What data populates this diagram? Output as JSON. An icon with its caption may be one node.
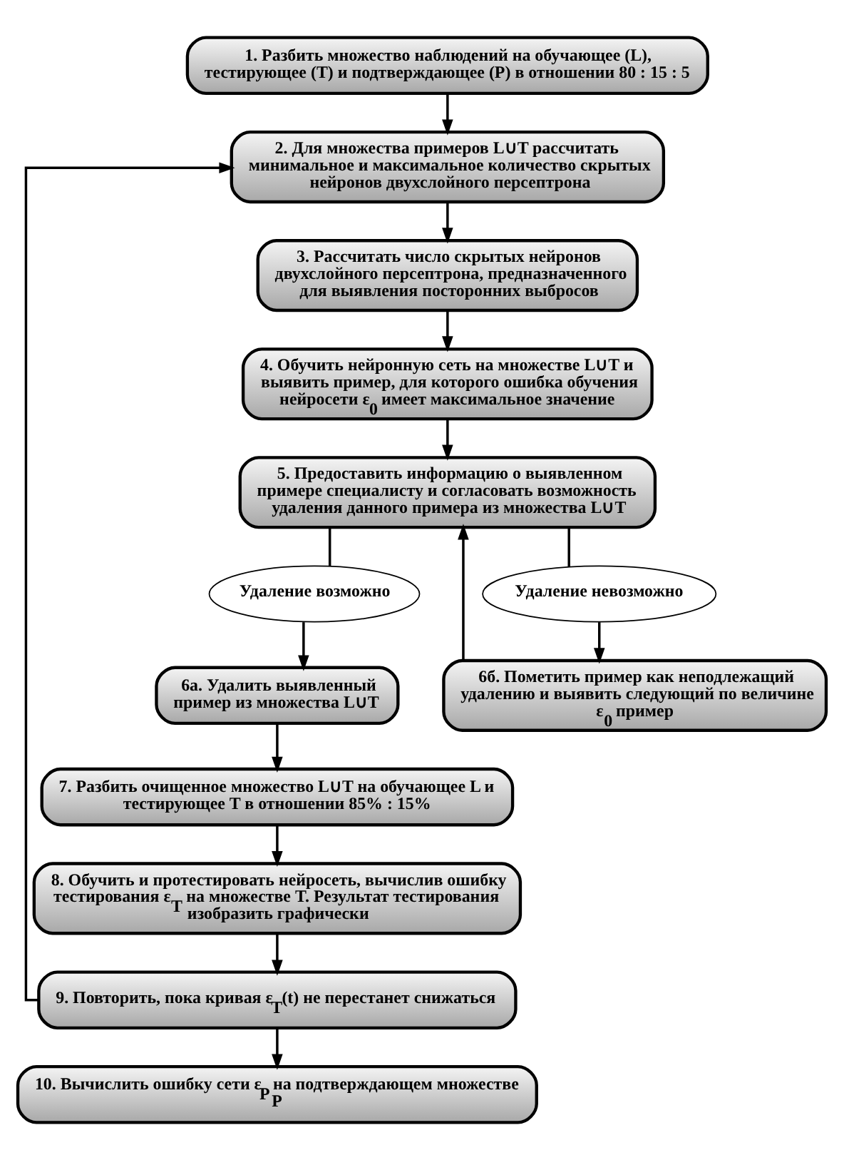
{
  "diagram": {
    "nodes": [
      {
        "text": [
          "1. Разбить множество наблюдений на обучающее (L), тестирующее (T) и подтверждающее (P) в отношении 80 : 15 : 5"
        ]
      },
      {
        "text": [
          "2. Для множества примеров L∪T рассчитать минимальное и максимальное количество скрытых нейронов двухслойного персептрона"
        ]
      },
      {
        "text": [
          "3. Рассчитать число скрытых нейронов двухслойного персептрона, предназначенного для выявления посторонних выбросов"
        ]
      },
      {
        "text": [
          "4. Обучить нейронную сеть на множестве L∪T и выявить пример, для которого ошибка обучения нейросети ε$_{0}$ имеет максимальное значение"
        ]
      },
      {
        "text": [
          "5. Предоставить информацию о выявленном примере специалисту и согласовать возможность удаления данного примера из множества L∪T"
        ]
      },
      {
        "text": [
          "Удаление возможно"
        ]
      },
      {
        "text": [
          "Удаление невозможно"
        ]
      },
      {
        "text": [
          "6а. Удалить выявленный пример из множества L∪T"
        ]
      },
      {
        "text": [
          "6б. Пометить пример как неподлежащий удалению и выявить следующий по величине ε$_{0}$ пример"
        ]
      },
      {
        "text": [
          "7. Разбить очищенное множество L∪T на обучающее L и тестирующее T в отношении 85% : 15%"
        ]
      },
      {
        "text": [
          "8. Обучить и протестировать нейросеть, вычислив ошибку тестирования ε$_{T}$ на множестве T. Результат тестирования изобразить графически"
        ]
      },
      {
        "text": [
          "9. Повторить, пока кривая ε$_{T}$(t) не перестанет снижаться"
        ]
      },
      {
        "text": [
          "10. Вычислить ошибку сети ε$_{P}$ на подтверждающем множестве P"
        ]
      }
    ],
    "edges": [
      {
        "from": 0,
        "to": 1,
        "arrow": "to"
      },
      {
        "from": 1,
        "to": 2,
        "arrow": "to"
      },
      {
        "from": 2,
        "to": 3,
        "arrow": "to"
      },
      {
        "from": 3,
        "to": 4,
        "arrow": "to"
      },
      {
        "from": 4,
        "to": 5,
        "arrow": "none"
      },
      {
        "from": 4,
        "to": 6,
        "arrow": "none"
      },
      {
        "from": 5,
        "to": 7,
        "arrow": "to"
      },
      {
        "from": 6,
        "to": 8,
        "arrow": "to"
      },
      {
        "from": 8,
        "to": 4,
        "arrow": "to"
      },
      {
        "from": 7,
        "to": 9,
        "arrow": "to"
      },
      {
        "from": 9,
        "to": 10,
        "arrow": "to"
      },
      {
        "from": 10,
        "to": 11,
        "arrow": "to"
      },
      {
        "from": 11,
        "to": 1,
        "arrow": "to"
      },
      {
        "from": 11,
        "to": 12,
        "arrow": "to"
      }
    ]
  }
}
